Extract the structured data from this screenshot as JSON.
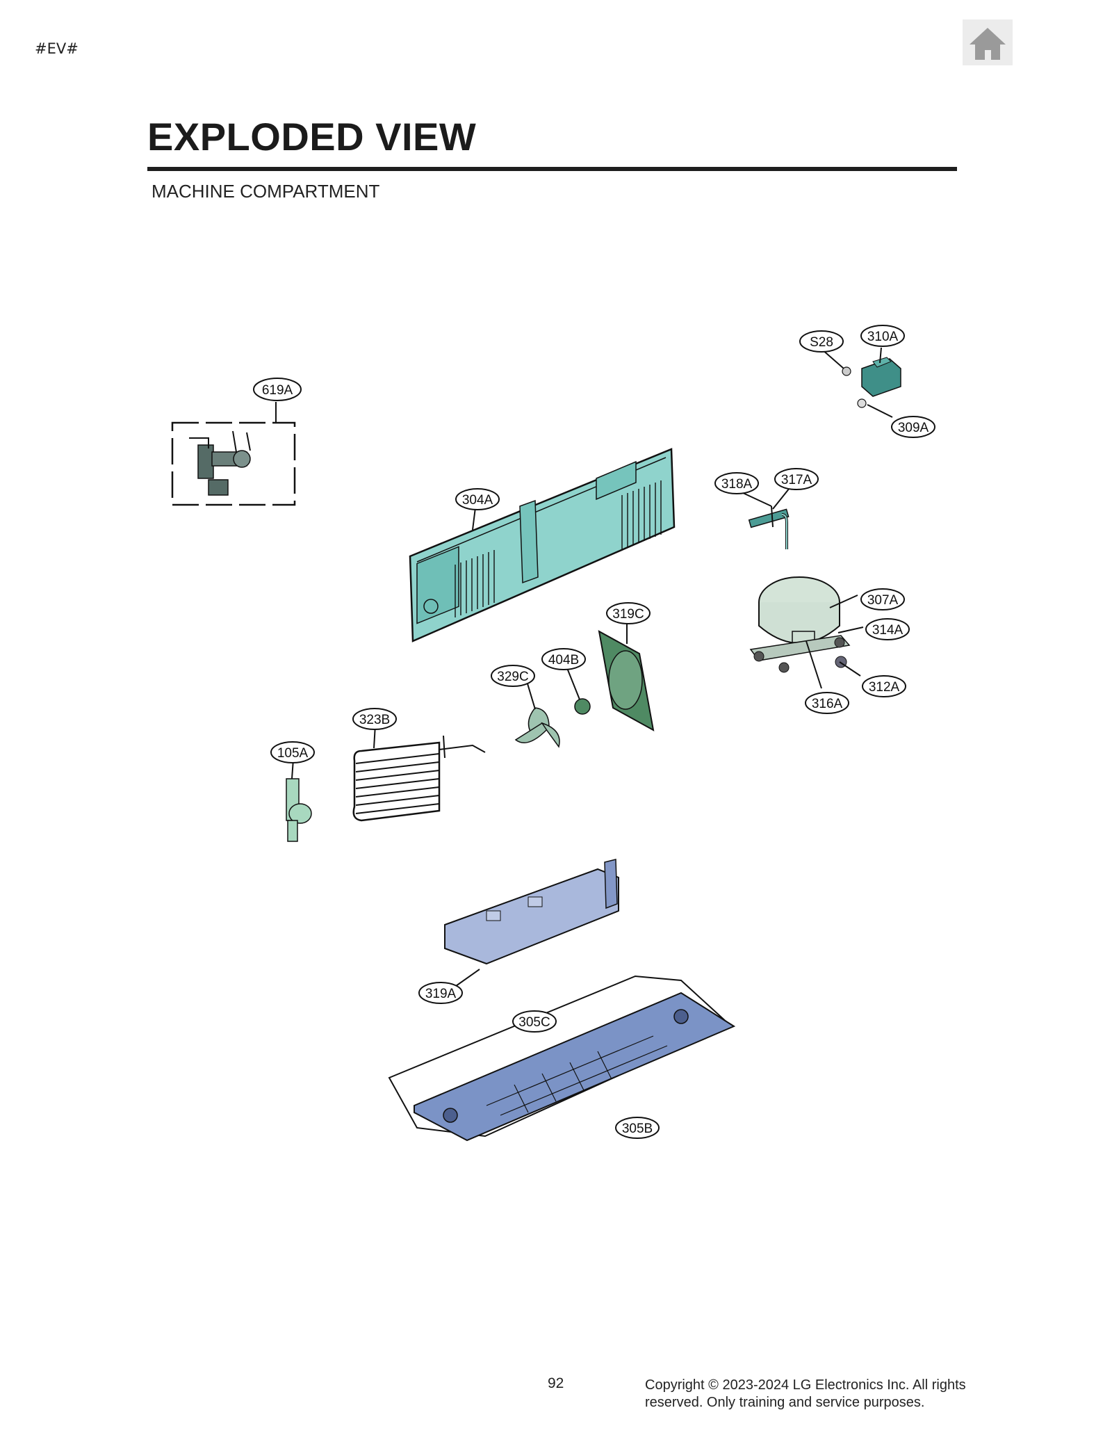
{
  "header": {
    "tag": "#EV#",
    "home_icon": "home-icon"
  },
  "page": {
    "title": "EXPLODED VIEW",
    "subtitle": "MACHINE COMPARTMENT"
  },
  "callouts": {
    "s28": "S28",
    "p310A": "310A",
    "p309A": "309A",
    "p619A": "619A",
    "p304A": "304A",
    "p318A": "318A",
    "p317A": "317A",
    "p307A": "307A",
    "p314A": "314A",
    "p312A": "312A",
    "p316A": "316A",
    "p319C": "319C",
    "p404B": "404B",
    "p329C": "329C",
    "p323B": "323B",
    "p105A": "105A",
    "p319A": "319A",
    "p305C": "305C",
    "p305B": "305B"
  },
  "colors": {
    "teal": "#8fd3cc",
    "dark_teal": "#3f8f88",
    "green": "#4f8a63",
    "grey_green": "#cfe0d4",
    "blue": "#7b93c6",
    "light_blue": "#a9b8dc"
  },
  "footer": {
    "page_number": "92",
    "copyright": "Copyright © 2023-2024 LG Electronics Inc. All rights reserved. Only training and service purposes."
  }
}
